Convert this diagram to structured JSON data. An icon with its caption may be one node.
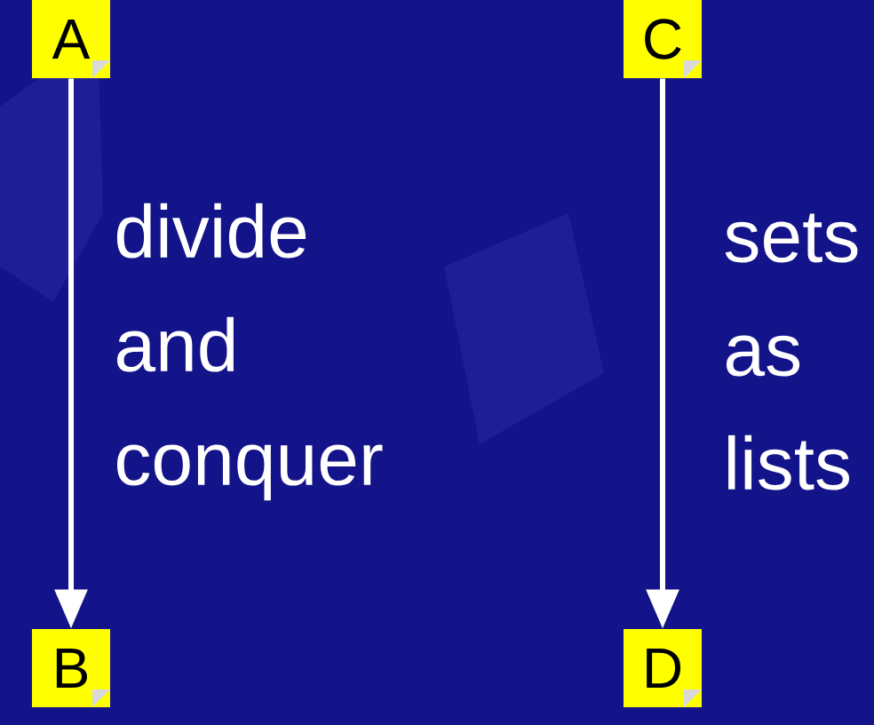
{
  "diagram": {
    "nodes": [
      {
        "text": [
          "A"
        ]
      },
      {
        "text": [
          "B"
        ]
      },
      {
        "text": [
          "C"
        ]
      },
      {
        "text": [
          "D"
        ]
      }
    ],
    "edges": [
      {
        "from": 0,
        "to": 1,
        "arrow": "to",
        "label": "divide and conquer"
      },
      {
        "from": 2,
        "to": 3,
        "arrow": "to",
        "label": "sets as lists"
      }
    ]
  }
}
